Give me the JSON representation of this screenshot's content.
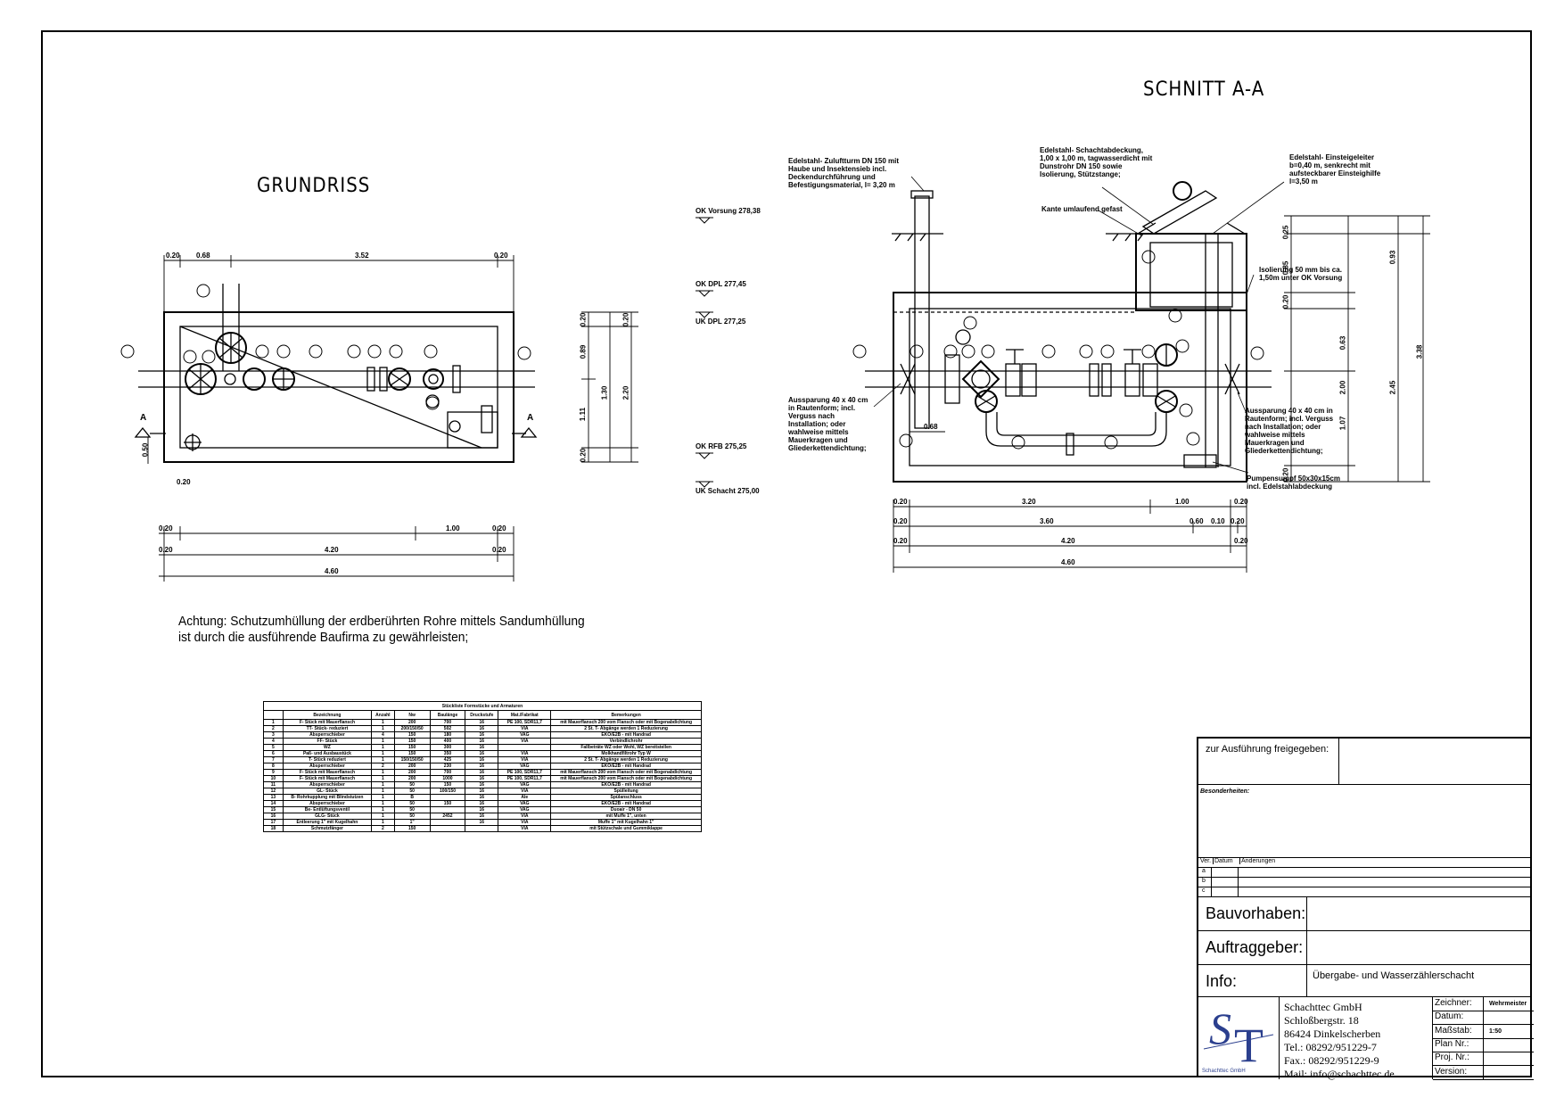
{
  "titles": {
    "grundriss": "GRUNDRISS",
    "schnitt": "SCHNITT A-A"
  },
  "note": {
    "line1": "Achtung: Schutzumhüllung der erdberührten Rohre mittels Sandumhüllung",
    "line2": "ist durch die ausführende Baufirma zu gewährleisten;"
  },
  "plan_dims": {
    "top": [
      "0.20",
      "0.68",
      "3.52",
      "0.20"
    ],
    "right": [
      "0.20",
      "0.89",
      "1.11",
      "0.20",
      "1.30",
      "2.20",
      "0.20"
    ],
    "left_small": "0.50",
    "bottom_small": "0.20",
    "bottom1": [
      "0.20",
      "1.00",
      "0.20"
    ],
    "bottom2": [
      "0.20",
      "4.20",
      "0.20"
    ],
    "bottom3": "4.60",
    "section_mark": "A"
  },
  "levels": [
    {
      "label": "OK Vorsung 278,38"
    },
    {
      "label": "OK DPL 277,45"
    },
    {
      "label": "UK DPL 277,25"
    },
    {
      "label": "OK RFB 275,25"
    },
    {
      "label": "UK Schacht 275,00"
    }
  ],
  "section_dims": {
    "right": [
      "0.25",
      "0.85",
      "0.20",
      "0.63",
      "2.00",
      "1.07",
      "0.20",
      "0.93",
      "2.45",
      "3.38"
    ],
    "row1": [
      "0.20",
      "3.20",
      "1.00",
      "0.20"
    ],
    "row2": [
      "0.20",
      "3.60",
      "0.60",
      "0.10",
      "0.20"
    ],
    "row3": [
      "0.20",
      "4.20",
      "0.20"
    ],
    "row4": "4.60",
    "inner": "0.68"
  },
  "section_labels": {
    "edelstahl_zuluft": "Edelstahl- Zuluftturm DN 150 mit Haube und Insektensieb incl. Deckendurchführung und Befestigungsmaterial, l= 3,20 m",
    "schachtabdeckung": "Edelstahl- Schachtabdeckung, 1,00 x 1,00 m, tagwasserdicht mit Dunstrohr DN 150 sowie Isolierung, Stützstange;",
    "einsteigeleiter": "Edelstahl- Einsteigeleiter b=0,40 m, senkrecht mit aufsteckbarer Einsteighilfe l=3,50 m",
    "kante": "Kante umlaufend gefast",
    "isolierung": "Isolierung 50 mm bis ca. 1,50m unter OK Vorsung",
    "aussparung_left": "Aussparung 40 x 40 cm in Rautenform; incl. Verguss nach Installation; oder wahlweise mittels Mauerkragen und Gliederkettendichtung;",
    "aussparung_right": "Aussparung 40 x 40 cm in Rautenform; incl. Verguss nach Installation; oder wahlweise mittels Mauerkragen und Gliederkettendichtung;",
    "pumpensumpf": "Pumpensumpf 50x30x15cm incl. Edelstahlabdeckung"
  },
  "parts_table": {
    "title": "Stückliste Formstücke und Armaturen",
    "headers": [
      "",
      "Bezeichnung",
      "Anzahl",
      "Nw",
      "Baulänge",
      "Druckstufe",
      "Mat./Fabrikat",
      "Bemerkungen"
    ],
    "rows": [
      [
        "1",
        "F- Stück mit Mauerflansch",
        "1",
        "200",
        "700",
        "16",
        "PE 100, SDR11,7",
        "mit Mauerflansch 200 vom Flansch oder mit Bogenabdichtung"
      ],
      [
        "2",
        "TT- Stück- reduziert",
        "1",
        "200/150/50",
        "502",
        "16",
        "VIA",
        "2 St. T- Abgänge werden 1 Reduzierung"
      ],
      [
        "3",
        "Absperrschieber",
        "4",
        "150",
        "180",
        "16",
        "VAG",
        "EKO/E2B - mit Handrad"
      ],
      [
        "4",
        "FF- Stück",
        "1",
        "150",
        "400",
        "16",
        "VIA",
        "Verbindlichrohr"
      ],
      [
        "5",
        "WZ",
        "1",
        "150",
        "300",
        "16",
        "",
        "Fallbeträte WZ oder Wohl, WZ bereitstellen"
      ],
      [
        "6",
        "Paß- und Ausbaustück",
        "1",
        "150",
        "350",
        "16",
        "VIA",
        "Molkhandfiltrohr Typ W"
      ],
      [
        "7",
        "T- Stück reduziert",
        "1",
        "150/150/50",
        "425",
        "16",
        "VIA",
        "2 St. T- Abgänge werden 1 Reduzierung"
      ],
      [
        "8",
        "Absperrschieber",
        "2",
        "200",
        "230",
        "16",
        "VAG",
        "EKO/E2B - mit Handrad"
      ],
      [
        "9",
        "F- Stück mit Mauerflansch",
        "1",
        "200",
        "700",
        "16",
        "PE 100, SDR11,7",
        "mit Mauerflansch 200 vom Flansch oder mit Bogenabdichtung"
      ],
      [
        "10",
        "F- Stück mit Mauerflansch",
        "1",
        "200",
        "1000",
        "16",
        "PE 100, SDR11,7",
        "mit Mauerflansch 200 vom Flansch oder mit Bogenabdichtung"
      ],
      [
        "11",
        "Absperrschieber",
        "1",
        "50",
        "150",
        "16",
        "VAG",
        "EKO/E2B - mit Handrad"
      ],
      [
        "12",
        "GL- Stück",
        "1",
        "50",
        "100/150",
        "16",
        "VIA",
        "Spülleitung"
      ],
      [
        "13",
        "B- Rohrkupplung mit Blindstutzen",
        "1",
        "B",
        "",
        "16",
        "Ale",
        "Spülanschluss"
      ],
      [
        "14",
        "Absperrschieber",
        "1",
        "50",
        "150",
        "16",
        "VAG",
        "EKO/E2B - mit Handrad"
      ],
      [
        "15",
        "Be- Entlüftungsventil",
        "1",
        "50",
        "",
        "16",
        "VAG",
        "Duoair - DN 50"
      ],
      [
        "16",
        "GLG- Stück",
        "1",
        "50",
        "2452",
        "16",
        "VIA",
        "mit Muffe 1\", unten"
      ],
      [
        "17",
        "Entleerung 1\" mit Kugelhahn",
        "1",
        "1\"",
        "",
        "16",
        "VIA",
        "Muffe 1\" mit Kugelhahn 1\""
      ],
      [
        "18",
        "Schmutzfänger",
        "2",
        "150",
        "",
        "",
        "VIA",
        "mit Stützschale und Gummiklappe"
      ]
    ]
  },
  "title_block": {
    "freigabe": "zur Ausführung freigegeben:",
    "besonderheiten": "Besonderheiten:",
    "changes_header": [
      "Ver.",
      "Datum",
      "Änderungen"
    ],
    "change_rows": [
      "a",
      "b",
      "c"
    ],
    "bauvorhaben": "Bauvorhaben:",
    "auftraggeber": "Auftraggeber:",
    "info": "Info:",
    "info_value": "Übergabe- und Wasserzählerschacht",
    "logo_caption": "Schachttec GmbH",
    "company": [
      "Schachttec GmbH",
      "Schloßbergstr. 18",
      "86424 Dinkelscherben",
      "Tel.: 08292/951229-7",
      "Fax.: 08292/951229-9",
      "Mail: info@schachttec.de"
    ],
    "fields": [
      {
        "label": "Zeichner:",
        "value": "Wehrmeister"
      },
      {
        "label": "Datum:",
        "value": ""
      },
      {
        "label": "Maßstab:",
        "value": "1:50"
      },
      {
        "label": "Plan Nr.:",
        "value": ""
      },
      {
        "label": "Proj. Nr.:",
        "value": ""
      },
      {
        "label": "Version:",
        "value": ""
      }
    ]
  },
  "colors": {
    "line": "#000000",
    "logo": "#2b3f8e"
  }
}
